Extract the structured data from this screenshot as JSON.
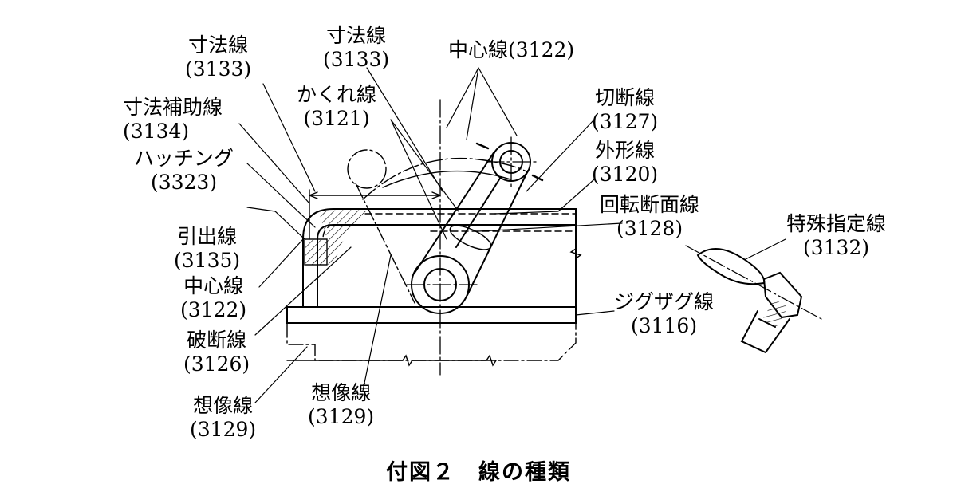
{
  "labels": {
    "dim1": {
      "name": "寸法線",
      "code": "(3133)"
    },
    "dim2": {
      "name": "寸法線",
      "code": "(3133)"
    },
    "center_top": {
      "name": "中心線",
      "code": "(3122)"
    },
    "hidden": {
      "name": "かくれ線",
      "code": "(3121)"
    },
    "extension": {
      "name": "寸法補助線",
      "code": "(3134)"
    },
    "cutting": {
      "name": "切断線",
      "code": "(3127)"
    },
    "hatching": {
      "name": "ハッチング",
      "code": "(3323)"
    },
    "outline": {
      "name": "外形線",
      "code": "(3120)"
    },
    "revolved": {
      "name": "回転断面線",
      "code": "(3128)"
    },
    "leader": {
      "name": "引出線",
      "code": "(3135)"
    },
    "special": {
      "name": "特殊指定線",
      "code": "(3132)"
    },
    "center_left": {
      "name": "中心線",
      "code": "(3122)"
    },
    "zigzag": {
      "name": "ジグザグ線",
      "code": "(3116)"
    },
    "break": {
      "name": "破断線",
      "code": "(3126)"
    },
    "phantom_center": {
      "name": "想像線",
      "code": "(3129)"
    },
    "phantom_left": {
      "name": "想像線",
      "code": "(3129)"
    }
  },
  "caption": "付図２　線の種類",
  "colors": {
    "ink": "#000000",
    "paper": "#ffffff"
  }
}
